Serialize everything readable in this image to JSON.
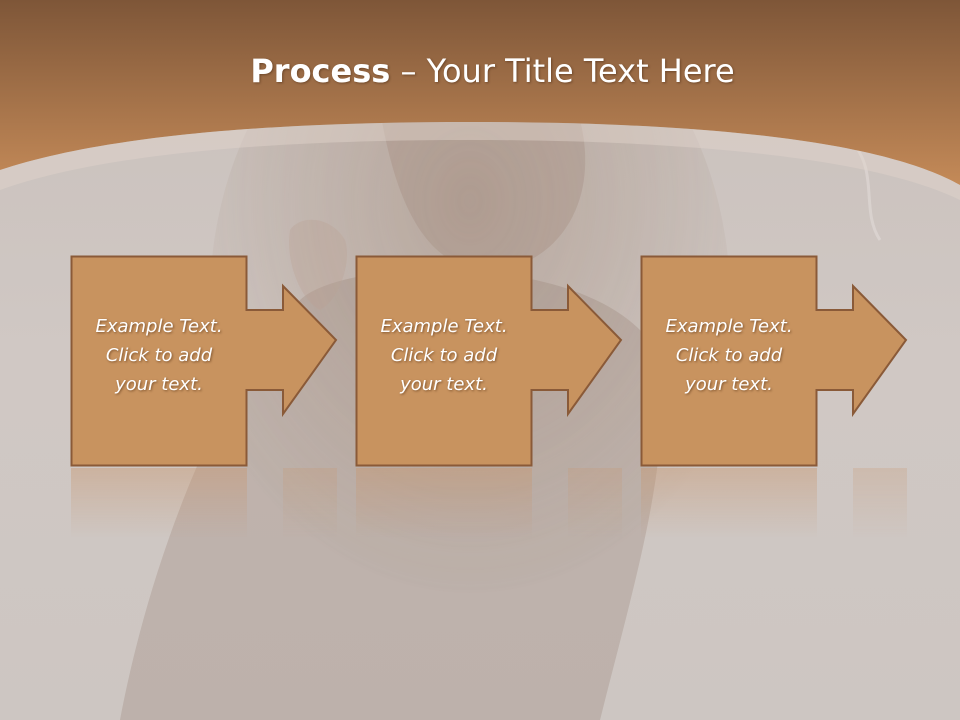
{
  "slide": {
    "title_bold": "Process",
    "title_rest": " – Your Title Text Here"
  },
  "steps": [
    {
      "text": "Example Text.\nClick  to add\nyour text."
    },
    {
      "text": "Example Text.\nClick  to add\nyour text."
    },
    {
      "text": "Example Text.\nClick  to add\nyour text."
    }
  ],
  "colors": {
    "header_band": "#b87c4e",
    "box_fill": "#c8935f",
    "box_border": "#8a5a38",
    "body_bg": "#d2cbc7"
  }
}
